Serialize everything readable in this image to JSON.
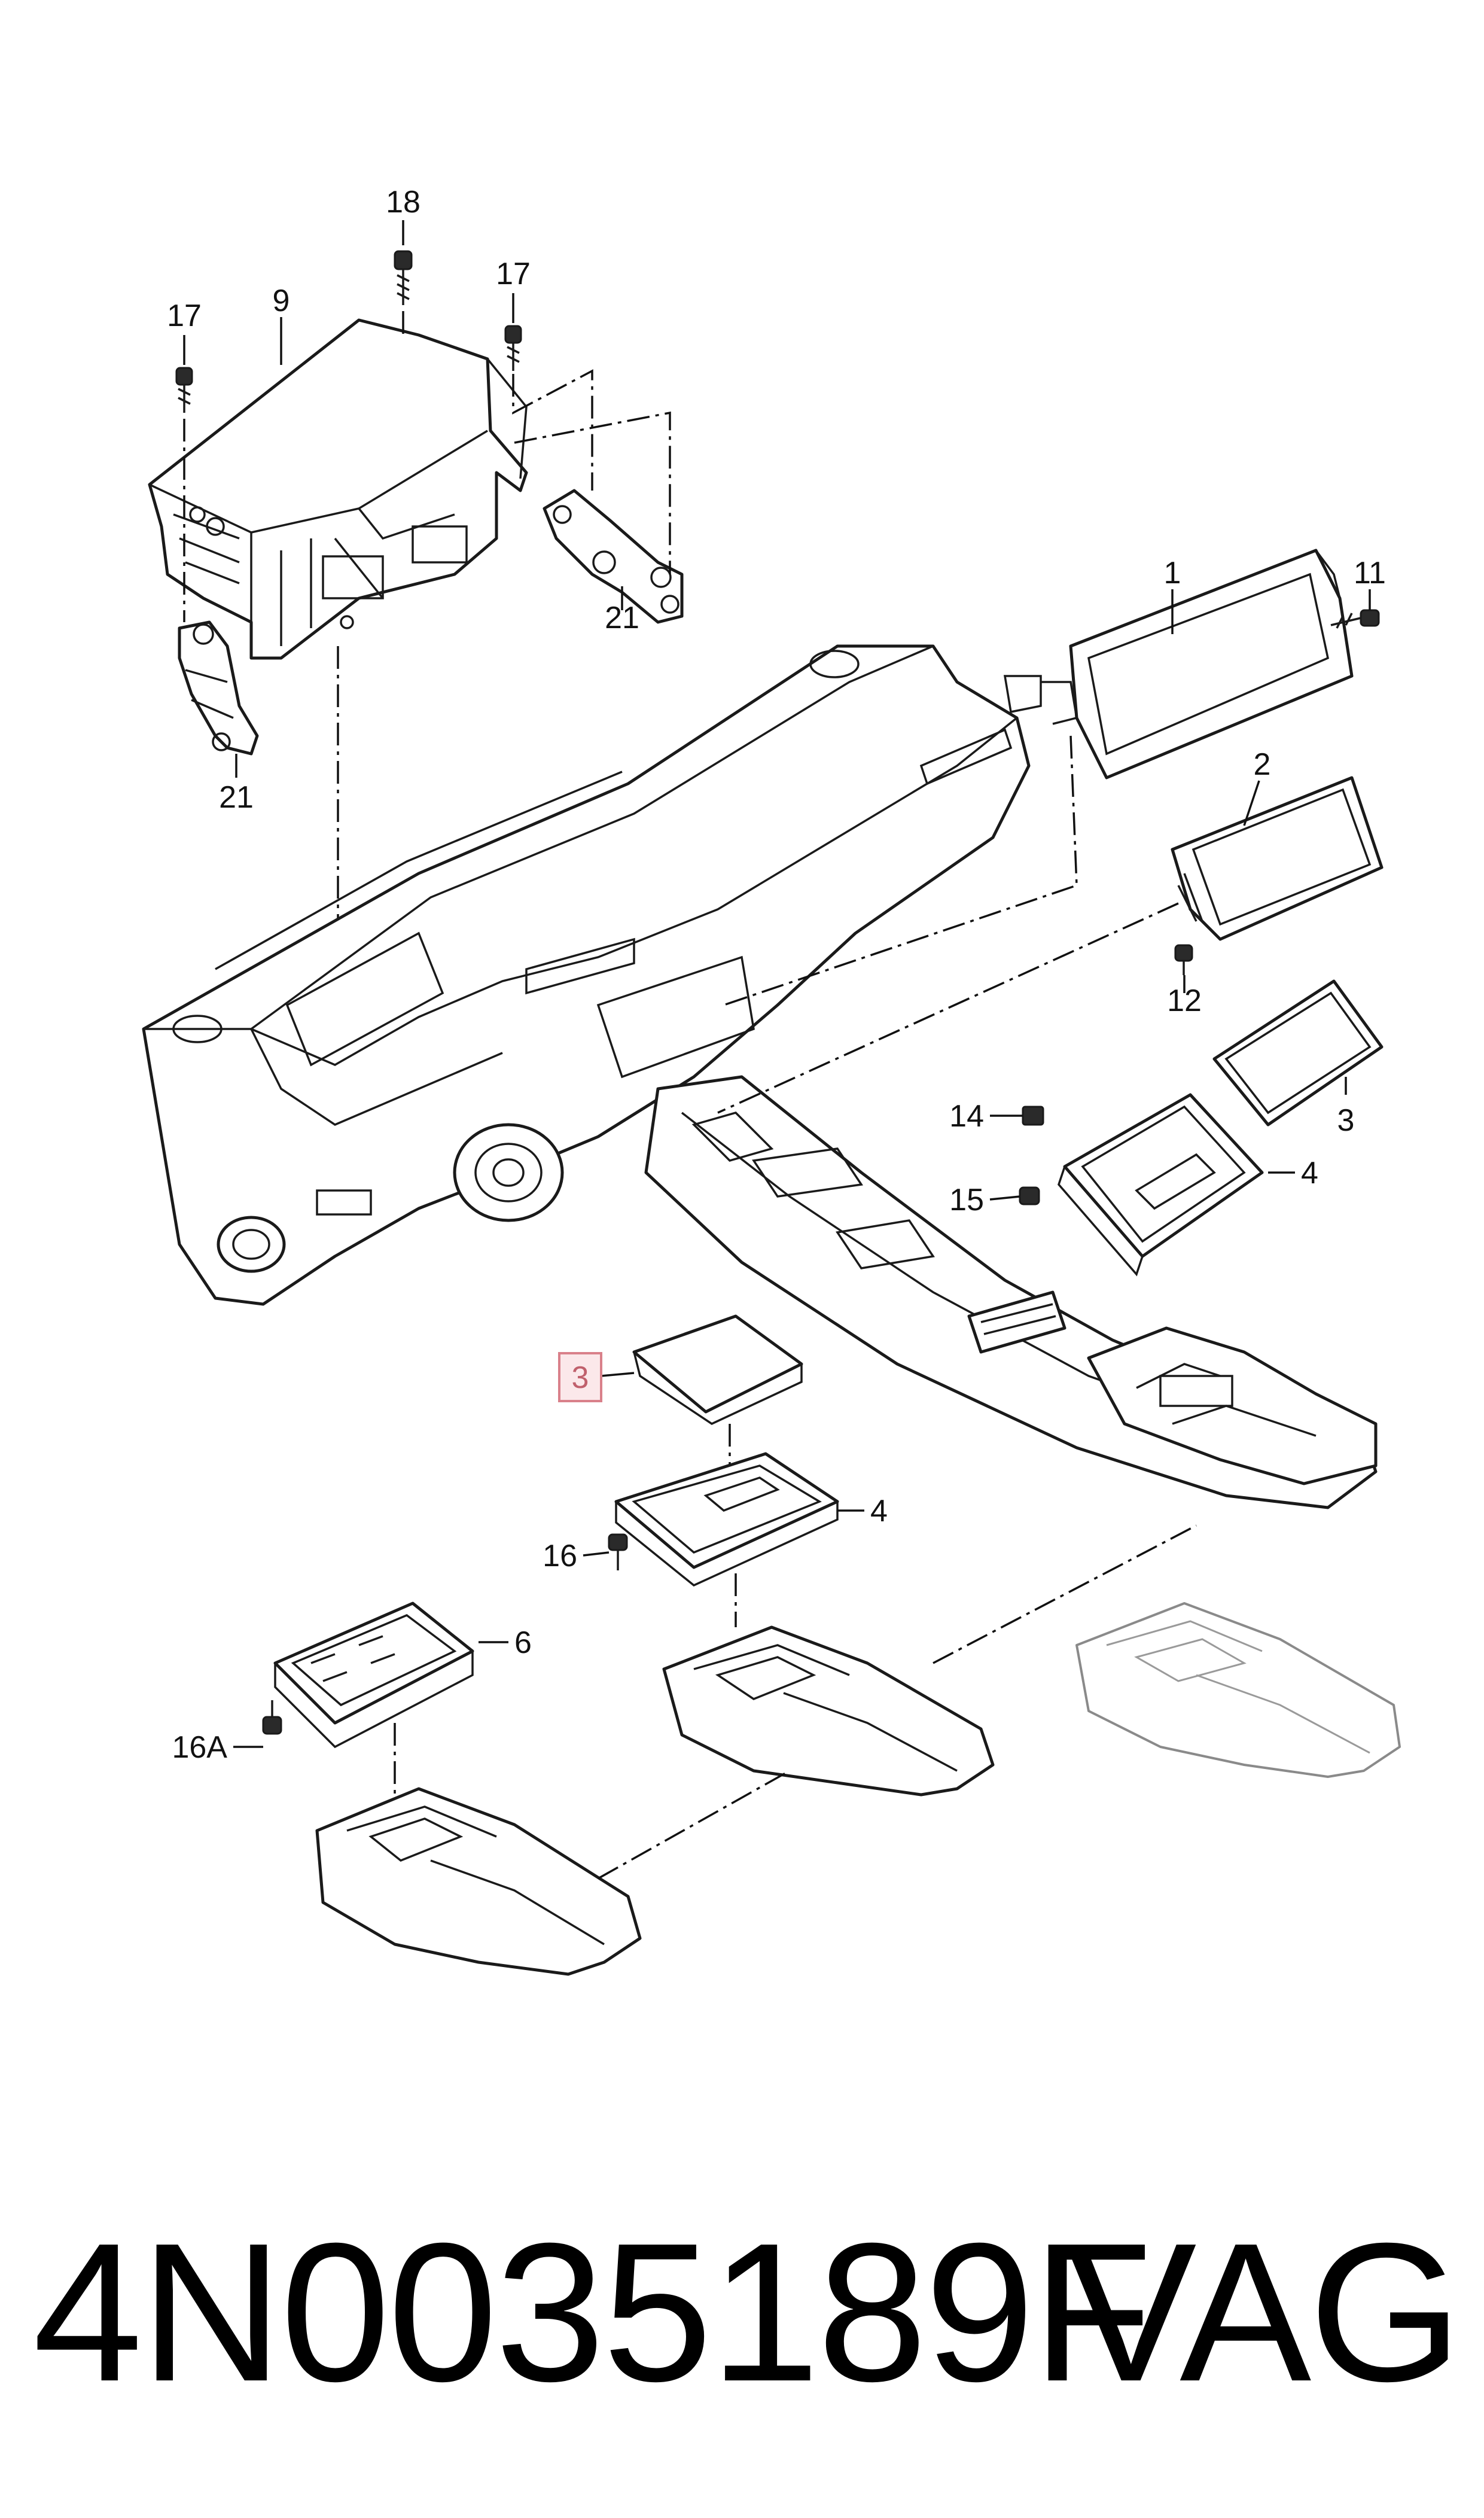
{
  "callouts": {
    "c1": "1",
    "c2": "2",
    "c3a": "3",
    "c3b": "3",
    "c4a": "4",
    "c4b": "4",
    "c6": "6",
    "c9": "9",
    "c11": "11",
    "c12": "12",
    "c14": "14",
    "c15": "15",
    "c16": "16",
    "c16a": "16A",
    "c17a": "17",
    "c17b": "17",
    "c18": "18",
    "c21a": "21",
    "c21b": "21"
  },
  "highlight": {
    "label": "3",
    "color": "#d9808a"
  },
  "footer": {
    "part_number": "4N0035189F",
    "brand": "VAG"
  }
}
